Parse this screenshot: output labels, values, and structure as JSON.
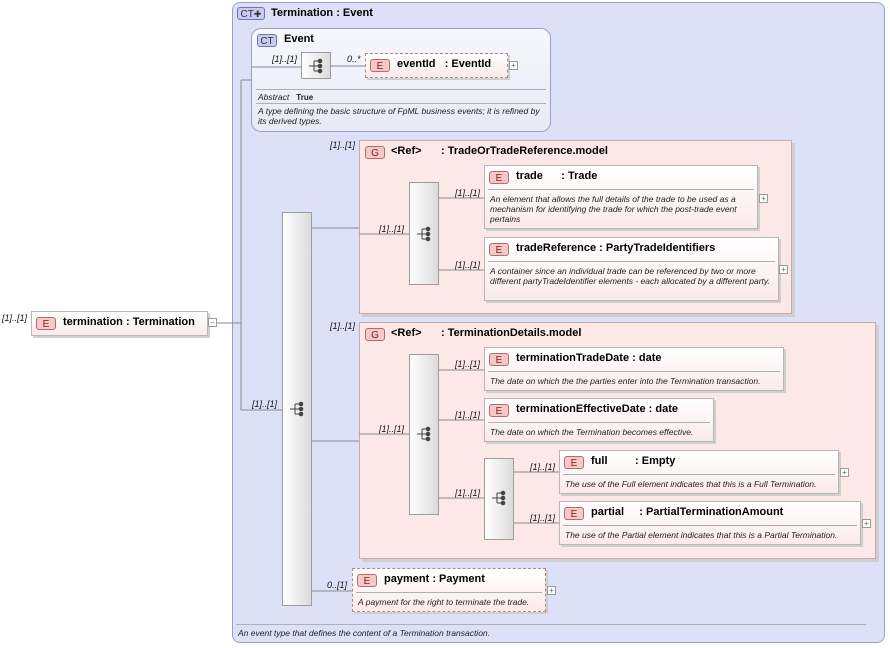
{
  "root": {
    "multiplicity": "[1]..[1]",
    "tag": "E",
    "name": "termination",
    "type": ": Termination"
  },
  "complex_type": {
    "tag": "CT",
    "name": "Termination",
    "type": ": Event",
    "doc": "An event type that defines the content of a Termination transaction."
  },
  "event_type": {
    "tag": "CT",
    "name": "Event",
    "abstract_label": "Abstract",
    "abstract_value": "True",
    "doc": "A type defining the basic structure of FpML business events; it is refined by its derived types.",
    "seq_multiplicity": "[1]..[1]",
    "eventId": {
      "multiplicity": "0..*",
      "tag": "E",
      "name": "eventId",
      "type": ": EventId"
    }
  },
  "main_seq": {
    "multiplicity": "[1]..[1]"
  },
  "group1": {
    "multiplicity": "[1]..[1]",
    "tag": "G",
    "ref": "<Ref>",
    "name": ": TradeOrTradeReference.model",
    "seq_multiplicity": "[1]..[1]",
    "items": [
      {
        "multiplicity": "[1]..[1]",
        "tag": "E",
        "name": "trade",
        "type": ": Trade",
        "doc": "An element that allows the full details of the trade to be used as a mechanism for identifying the trade for which the post-trade event pertains"
      },
      {
        "multiplicity": "[1]..[1]",
        "tag": "E",
        "name": "tradeReference",
        "type": ": PartyTradeIdentifiers",
        "doc": "A container since an individual trade can be referenced by two or more different partyTradeIdentifier elements - each allocated by a different party."
      }
    ]
  },
  "group2": {
    "multiplicity": "[1]..[1]",
    "tag": "G",
    "ref": "<Ref>",
    "name": ": TerminationDetails.model",
    "seq_multiplicity": "[1]..[1]",
    "items": [
      {
        "multiplicity": "[1]..[1]",
        "tag": "E",
        "name": "terminationTradeDate",
        "type": ": date",
        "doc": "The date on which the the parties enter into the Termination transaction."
      },
      {
        "multiplicity": "[1]..[1]",
        "tag": "E",
        "name": "terminationEffectiveDate",
        "type": ": date",
        "doc": "The date on which the Termination becomes effective."
      }
    ],
    "choice_multiplicity": "[1]..[1]",
    "choice_items": [
      {
        "multiplicity": "[1]..[1]",
        "tag": "E",
        "name": "full",
        "type": ": Empty",
        "doc": "The use of the Full element indicates that this is a Full Termination."
      },
      {
        "multiplicity": "[1]..[1]",
        "tag": "E",
        "name": "partial",
        "type": ": PartialTerminationAmount",
        "doc": "The use of the Partial element indicates that this is a Partial Termination."
      }
    ]
  },
  "payment": {
    "multiplicity": "0..[1]",
    "tag": "E",
    "name": "payment",
    "type": ": Payment",
    "doc": "A payment for the right to terminate the trade."
  },
  "collapse_symbol": "−",
  "expand_symbol": "+"
}
